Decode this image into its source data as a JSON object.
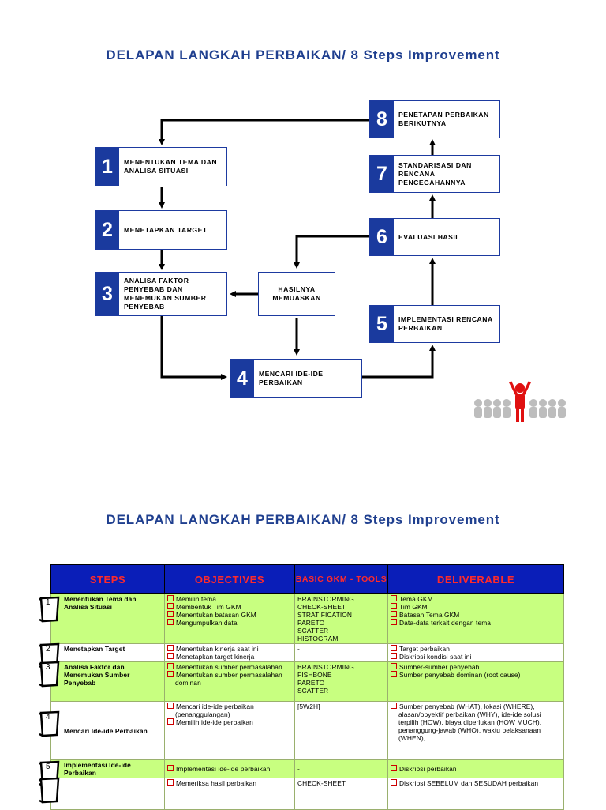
{
  "title1": "DELAPAN LANGKAH PERBAIKAN/ 8 Steps Improvement",
  "title2": "DELAPAN LANGKAH PERBAIKAN/ 8 Steps Improvement",
  "steps": [
    {
      "n": "1",
      "text": "MENENTUKAN TEMA DAN ANALISA SITUASI"
    },
    {
      "n": "2",
      "text": "MENETAPKAN TARGET"
    },
    {
      "n": "3",
      "text": "ANALISA FAKTOR PENYEBAB DAN MENEMUKAN SUMBER PENYEBAB"
    },
    {
      "n": "4",
      "text": "MENCARI IDE-IDE PERBAIKAN"
    },
    {
      "n": "5",
      "text": "IMPLEMENTASI RENCANA PERBAIKAN"
    },
    {
      "n": "6",
      "text": "EVALUASI HASIL"
    },
    {
      "n": "7",
      "text": "STANDARISASI DAN RENCANA PENCEGAHANNYA"
    },
    {
      "n": "8",
      "text": "PENETAPAN PERBAIKAN BERIKUTNYA"
    }
  ],
  "decision": "HASILNYA MEMUASKAN",
  "table": {
    "headers": [
      "STEPS",
      "OBJECTIVES",
      "BASIC GKM - TOOLS",
      "DELIVERABLE"
    ],
    "rows": [
      {
        "num": "1",
        "step": "Menentukan Tema dan Analisa Situasi",
        "objectives": [
          "Memilih tema",
          "Membentuk Tim GKM",
          "Menentukan batasan GKM",
          "Mengumpulkan data"
        ],
        "tools": "BRAINSTORMING\nCHECK-SHEET\nSTRATIFICATION\nPARETO\nSCATTER\nHISTOGRAM",
        "deliverable": [
          "Tema GKM",
          "Tim GKM",
          "Batasan Tema GKM",
          "Data-data terkait dengan tema"
        ]
      },
      {
        "num": "2",
        "step": "Menetapkan Target",
        "objectives": [
          "Menentukan kinerja saat ini",
          "Menetapkan target kinerja"
        ],
        "tools": "-",
        "deliverable": [
          "Target perbaikan",
          "Diskripsi kondisi saat ini"
        ]
      },
      {
        "num": "3",
        "step": "Analisa Faktor dan Menemukan Sumber Penyebab",
        "objectives": [
          "Menentukan sumber permasalahan",
          "Menentukan sumber permasalahan dominan"
        ],
        "tools": "BRAINSTORMING\nFISHBONE\nPARETO\nSCATTER",
        "deliverable": [
          "Sumber-sumber penyebab",
          "Sumber penyebab dominan (root cause)"
        ]
      },
      {
        "num": "4",
        "step": "Mencari Ide-ide Perbaikan",
        "objectives": [
          "Mencari ide-ide perbaikan (penanggulangan)",
          "Memilih ide-ide perbaikan"
        ],
        "tools": "[5W2H]",
        "deliverable": [
          "Sumber penyebab (WHAT), lokasi (WHERE), alasan/obyektif perbaikan (WHY), ide-ide solusi terpilih (HOW), biaya diperlukan (HOW MUCH), penanggung-jawab (WHO), waktu pelaksanaan (WHEN),"
        ]
      },
      {
        "num": "5",
        "step": "Implementasi Ide-ide Perbaikan",
        "objectives": [
          "Implementasi ide-ide perbaikan"
        ],
        "tools": "-",
        "deliverable": [
          "Diskripsi perbaikan"
        ]
      },
      {
        "num": "",
        "step": "",
        "objectives": [
          "Memeriksa hasil perbaikan"
        ],
        "tools": "CHECK-SHEET",
        "deliverable": [
          "Diskripsi SEBELUM dan SESUDAH perbaikan"
        ]
      }
    ]
  },
  "colors": {
    "box_border": "#1d3aa0",
    "num_bg": "#1a3a9e",
    "title": "#1f3f8f",
    "header_bg": "#0a1eb8",
    "header_text": "#ff2a2a",
    "row_green": "#c8ff80"
  }
}
